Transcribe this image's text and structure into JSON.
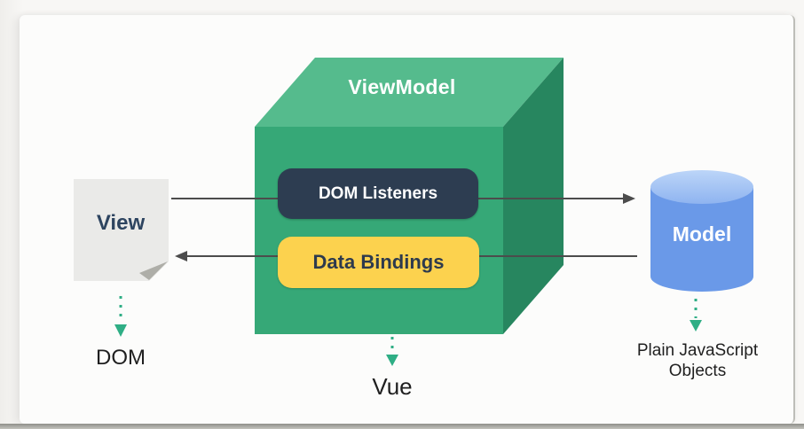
{
  "diagram": {
    "view": {
      "label": "View",
      "caption": "DOM",
      "shape": "document-paper"
    },
    "viewmodel": {
      "label": "ViewModel",
      "boxes": [
        {
          "label": "DOM Listeners"
        },
        {
          "label": "Data Bindings"
        }
      ],
      "caption": "Vue",
      "shape": "3d-cube"
    },
    "model": {
      "label": "Model",
      "caption": [
        "Plain JavaScript",
        "Objects"
      ],
      "shape": "database-cylinder"
    },
    "arrows": {
      "top": "view-to-model-right",
      "bottom": "model-to-view-left"
    },
    "colors": {
      "cube_front": "#36a877",
      "cube_top": "#55bb8d",
      "cube_side": "#27865f",
      "dom_listeners_bg": "#2d3d51",
      "data_bindings_bg": "#fcd24e",
      "data_bindings_text": "#2d3a4d",
      "model_cylinder": "#6a99e8",
      "model_cylinder_top": "#a9c8f6",
      "paper": "#eaeae8",
      "dotted_arrow": "#2fae85",
      "solid_arrow": "#4c4c4c",
      "view_text": "#2d4460"
    }
  }
}
